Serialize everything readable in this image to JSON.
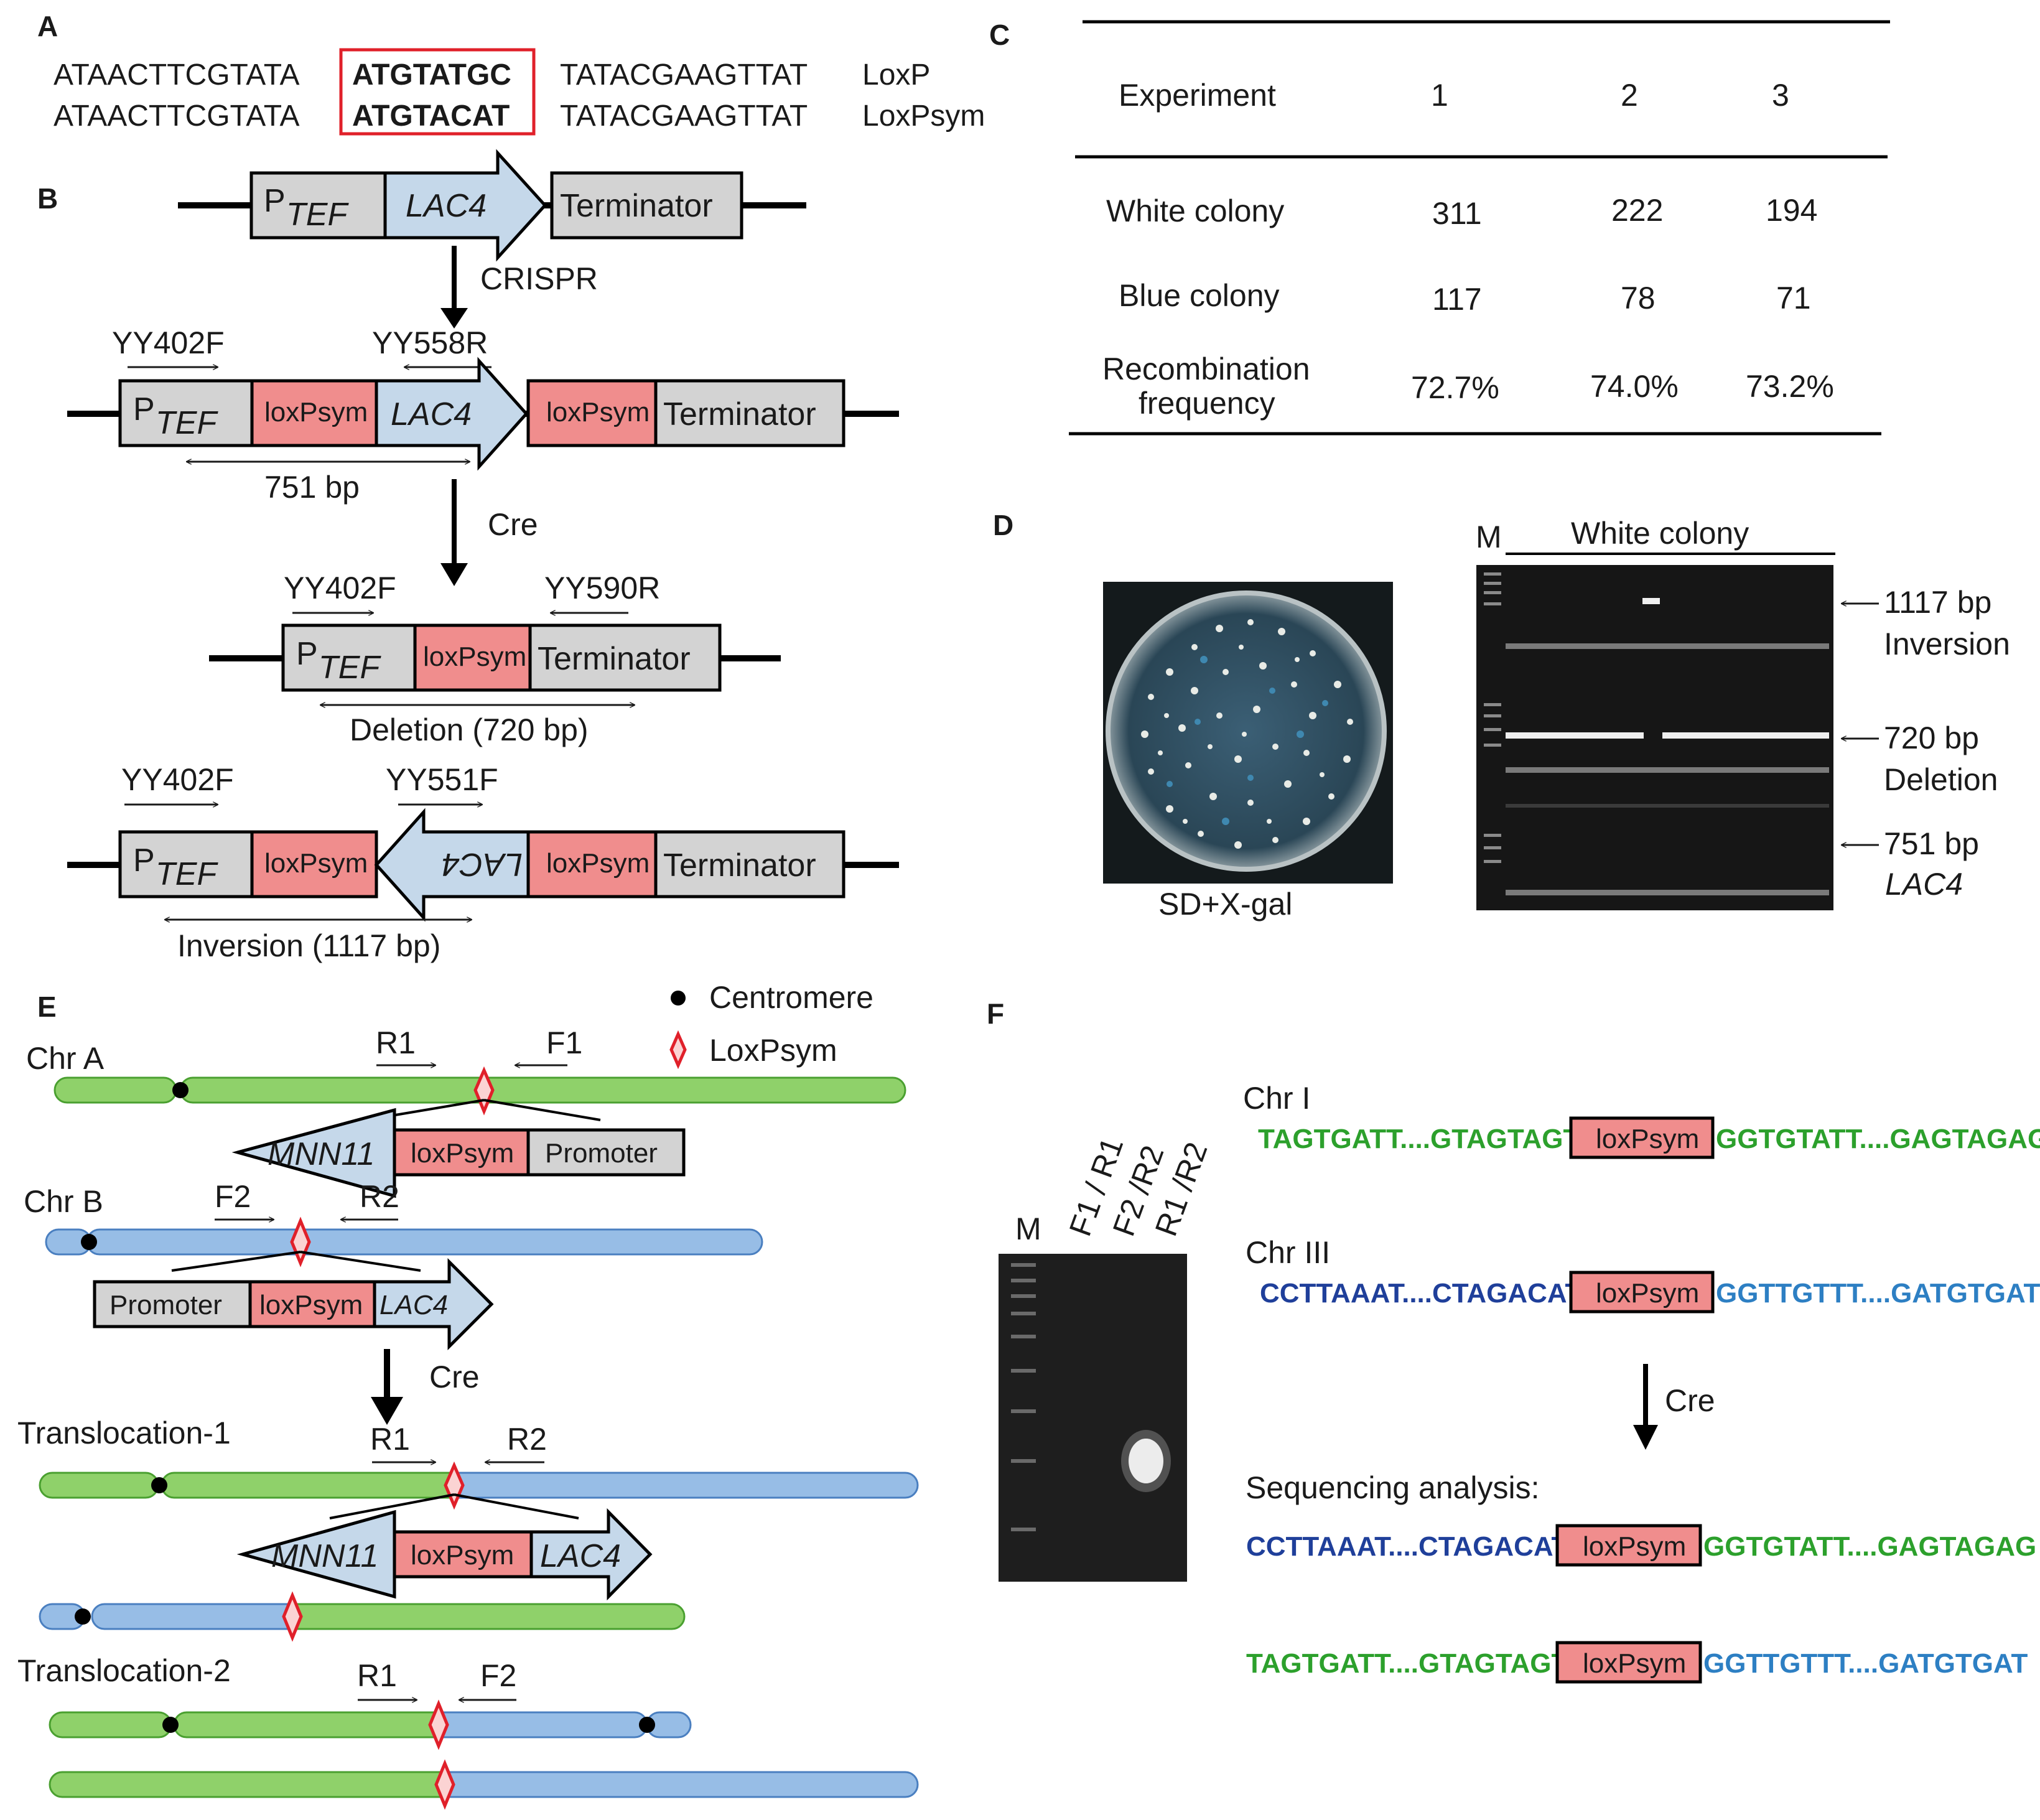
{
  "colors": {
    "gray_box": "#d3d3d3",
    "blue_box": "#c5d8ea",
    "pink_box": "#f08d8d",
    "red_outline": "#e0202a",
    "green_chr": "#8fd16a",
    "blue_chr": "#97bde6",
    "seq_green": "#2ca02c",
    "seq_darkblue": "#1f3f9a",
    "seq_lightblue": "#2d7fc3"
  },
  "panels": {
    "a": "A",
    "b": "B",
    "c": "C",
    "d": "D",
    "e": "E",
    "f": "F"
  },
  "panelA": {
    "left_arm": "ATAACTTCGTATA",
    "right_arm": "TATACGAAGTTAT",
    "core1": "ATGTATGC",
    "core2": "ATGTACAT",
    "name1": "LoxP",
    "name2": "LoxPsym"
  },
  "panelB": {
    "p_letter": "P",
    "p_sub": "TEF",
    "lac4": "LAC4",
    "terminator": "Terminator",
    "loxpsym": "loxPsym",
    "crispr": "CRISPR",
    "cre": "Cre",
    "yy402f": "YY402F",
    "yy558r": "YY558R",
    "yy590r": "YY590R",
    "yy551f": "YY551F",
    "bp751": "751 bp",
    "deletion": "Deletion (720 bp)",
    "inversion": "Inversion (1117 bp)"
  },
  "panelC": {
    "header": [
      "Experiment",
      "1",
      "2",
      "3"
    ],
    "rows": [
      {
        "label": "White colony",
        "values": [
          "311",
          "222",
          "194"
        ]
      },
      {
        "label": "Blue colony",
        "values": [
          "117",
          "78",
          "71"
        ]
      },
      {
        "label_line1": "Recombination",
        "label_line2": "frequency",
        "values": [
          "72.7%",
          "74.0%",
          "73.2%"
        ]
      }
    ]
  },
  "panelD": {
    "plate_label": "SD+X-gal",
    "marker": "M",
    "white_colony": "White colony",
    "band1": "1117 bp",
    "band1_name": "Inversion",
    "band2": "720 bp",
    "band2_name": "Deletion",
    "band3": "751 bp",
    "band3_name": "LAC4"
  },
  "panelE": {
    "legend_centromere": "Centromere",
    "legend_loxpsym": "LoxPsym",
    "chr_a": "Chr A",
    "chr_b": "Chr B",
    "r1": "R1",
    "f1": "F1",
    "f2": "F2",
    "r2": "R2",
    "mnn11": "MNN11",
    "loxpsym": "loxPsym",
    "promoter": "Promoter",
    "lac4": "LAC4",
    "cre": "Cre",
    "trans1": "Translocation-1",
    "trans2": "Translocation-2"
  },
  "panelF": {
    "marker": "M",
    "lanes": [
      "F1 / R1",
      "F2 /R2",
      "R1 /R2"
    ],
    "chr1": "Chr I",
    "chr3": "Chr III",
    "seq1_left": "TAGTGATT....GTAGTAGT",
    "seq1_right": "GGTGTATT....GAGTAGAG",
    "seq3_left": "CCTTAAAT....CTAGACAT",
    "seq3_right": "GGTTGTTT....GATGTGAT",
    "loxpsym": "loxPsym",
    "cre": "Cre",
    "seq_analysis": "Sequencing analysis:",
    "res1_left": "CCTTAAAT....CTAGACAT",
    "res1_right": "GGTGTATT....GAGTAGAG",
    "res2_left": "TAGTGATT....GTAGTAGT",
    "res2_right": "GGTTGTTT....GATGTGAT"
  }
}
